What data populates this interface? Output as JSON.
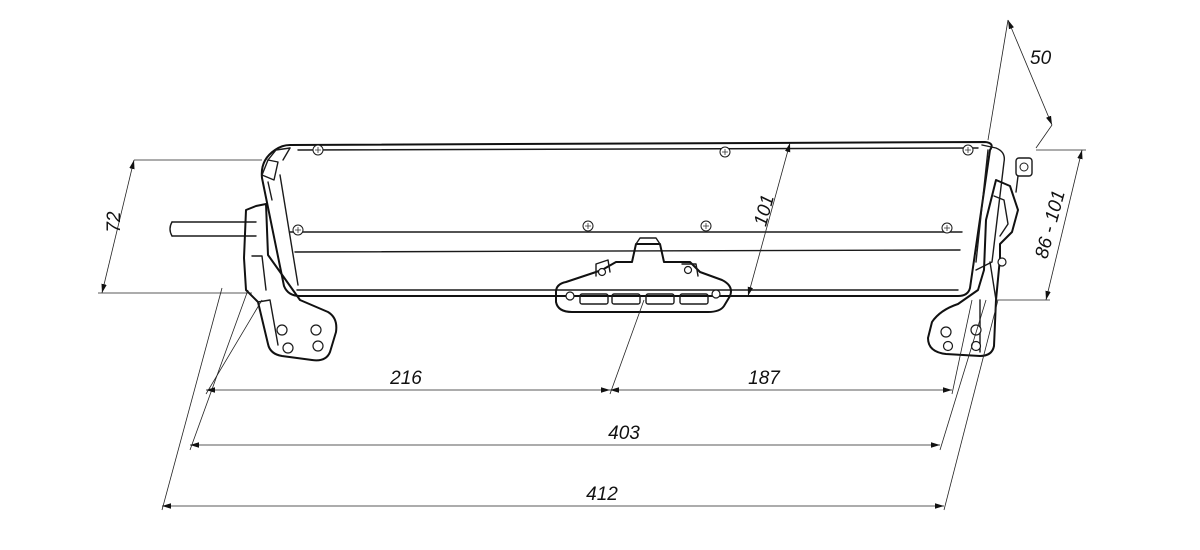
{
  "drawing": {
    "dimensions": {
      "height_left": "72",
      "width_right": "50",
      "housing_height": "101",
      "mount_range": "86 - 101",
      "left_segment": "216",
      "right_segment": "187",
      "inner_length": "403",
      "overall_length": "412"
    }
  }
}
